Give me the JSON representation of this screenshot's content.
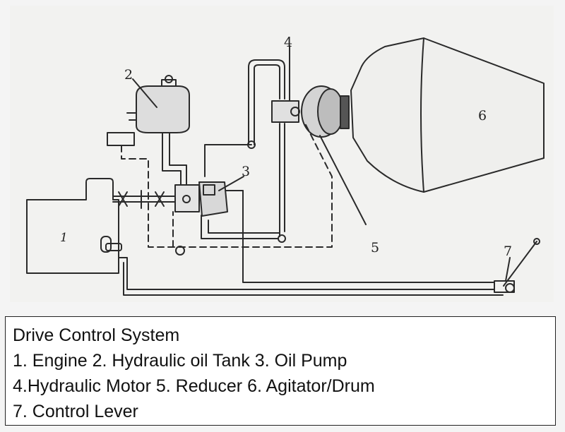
{
  "diagram": {
    "labels": {
      "engine": "1",
      "tank": "2",
      "pump": "3",
      "motor": "4",
      "reducer": "5",
      "drum": "6",
      "lever": "7"
    }
  },
  "caption": {
    "title": "Drive Control System",
    "line1": "1.   Engine 2. Hydraulic oil Tank 3. Oil Pump",
    "line2": "4.Hydraulic Motor 5. Reducer 6. Agitator/Drum",
    "line3": "7. Control Lever"
  }
}
